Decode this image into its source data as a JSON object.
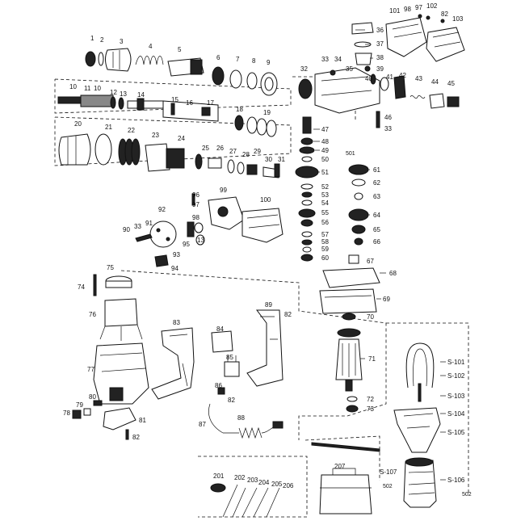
{
  "labels": {
    "1": "1",
    "2": "2",
    "3": "3",
    "4": "4",
    "5": "5",
    "6": "6",
    "7": "7",
    "8": "8",
    "9": "9",
    "10a": "10",
    "10b": "10",
    "11": "11",
    "12": "12",
    "13a": "13",
    "13b": "13",
    "14": "14",
    "15": "15",
    "16": "16",
    "17": "17",
    "18": "18",
    "19": "19",
    "20": "20",
    "21": "21",
    "22": "22",
    "23": "23",
    "24": "24",
    "25": "25",
    "26": "26",
    "27": "27",
    "28": "28",
    "29": "29",
    "30": "30",
    "31": "31",
    "32": "32",
    "33a": "33",
    "33b": "33",
    "33c": "33",
    "34": "34",
    "35": "35",
    "36": "36",
    "37": "37",
    "38": "38",
    "39": "39",
    "40": "40",
    "41": "41",
    "42": "42",
    "43": "43",
    "44": "44",
    "45": "45",
    "46": "46",
    "47": "47",
    "48": "48",
    "49": "49",
    "50": "50",
    "51": "51",
    "52": "52",
    "53": "53",
    "54": "54",
    "55": "55",
    "56": "56",
    "57": "57",
    "58": "58",
    "59": "59",
    "60": "60",
    "61": "61",
    "62": "62",
    "63": "63",
    "64": "64",
    "65": "65",
    "66": "66",
    "67": "67",
    "68": "68",
    "69": "69",
    "70": "70",
    "71": "71",
    "72": "72",
    "73": "73",
    "74": "74",
    "75": "75",
    "76": "76",
    "77": "77",
    "78": "78",
    "79": "79",
    "80": "80",
    "81": "81",
    "82a": "82",
    "82b": "82",
    "82c": "82",
    "82d": "82",
    "83": "83",
    "84": "84",
    "85": "85",
    "86": "86",
    "87": "87",
    "88": "88",
    "89": "89",
    "90": "90",
    "91": "91",
    "92": "92",
    "93": "93",
    "94": "94",
    "95": "95",
    "96": "96",
    "97a": "97",
    "97b": "97",
    "98a": "98",
    "98b": "98",
    "99": "99",
    "100": "100",
    "101": "101",
    "102": "102",
    "103": "103",
    "201": "201",
    "202": "202",
    "203": "203",
    "204": "204",
    "205": "205",
    "206": "206",
    "207": "207",
    "501": "501",
    "502a": "502",
    "502b": "502",
    "s101": "S-101",
    "s102": "S-102",
    "s103": "S-103",
    "s104": "S-104",
    "s105": "S-105",
    "s106": "S-106",
    "s107": "S-107"
  }
}
